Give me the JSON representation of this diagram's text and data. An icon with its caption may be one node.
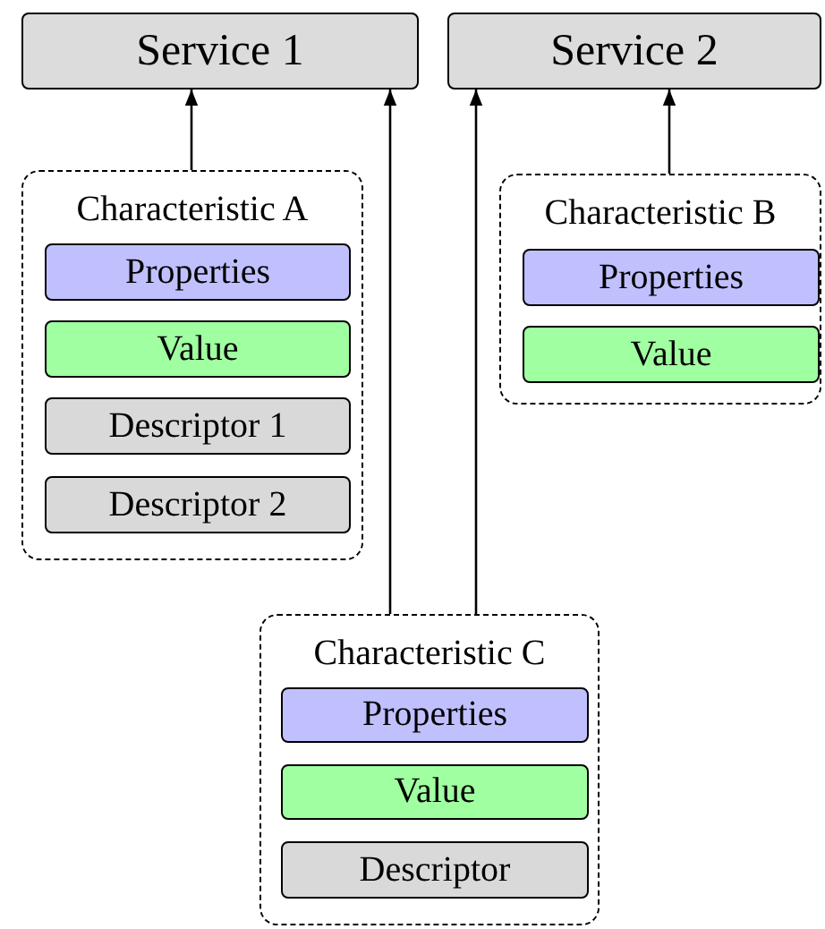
{
  "diagram": {
    "nodes": [
      {
        "text": [
          "Service 1"
        ]
      },
      {
        "text": [
          "Service 2"
        ]
      },
      {
        "text": [
          "Characteristic A"
        ]
      },
      {
        "text": [
          "Properties"
        ],
        "in": 2
      },
      {
        "text": [
          "Value"
        ],
        "in": 2
      },
      {
        "text": [
          "Descriptor 1"
        ],
        "in": 2
      },
      {
        "text": [
          "Descriptor 2"
        ],
        "in": 2
      },
      {
        "text": [
          "Characteristic B"
        ]
      },
      {
        "text": [
          "Properties"
        ],
        "in": 7
      },
      {
        "text": [
          "Value"
        ],
        "in": 7
      },
      {
        "text": [
          "Characteristic C"
        ]
      },
      {
        "text": [
          "Properties"
        ],
        "in": 10
      },
      {
        "text": [
          "Value"
        ],
        "in": 10
      },
      {
        "text": [
          "Descriptor"
        ],
        "in": 10
      }
    ],
    "edges": [
      {
        "from": 2,
        "to": 0,
        "arrow": "to"
      },
      {
        "from": 10,
        "to": 0,
        "arrow": "to"
      },
      {
        "from": 10,
        "to": 1,
        "arrow": "to"
      },
      {
        "from": 7,
        "to": 1,
        "arrow": "to"
      }
    ]
  }
}
